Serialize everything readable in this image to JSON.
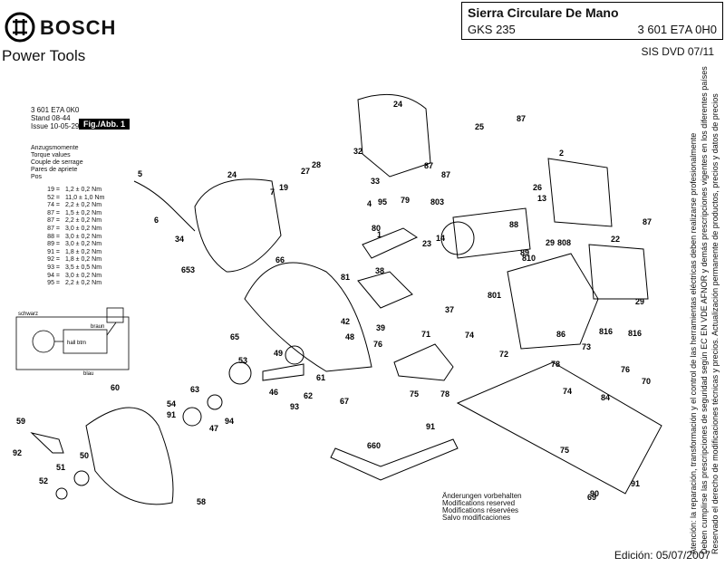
{
  "brand": "BOSCH",
  "subtitle": "Power Tools",
  "title_block": {
    "title": "Sierra Circulare De Mano",
    "model": "GKS 235",
    "part_number": "3 601 E7A 0H0"
  },
  "sis_dvd": "SIS DVD 07/11",
  "edition": "Edición: 05/07/2007",
  "fig_label": "Fig./Abb. 1",
  "mid_info": [
    "3 601 E7A 0K0",
    "Stand 08-44",
    "Issue 10-05-29"
  ],
  "torque_header": [
    "Anzugsmomente",
    "Torque values",
    "Couple de serrage",
    "Pares de apriete",
    "Pos"
  ],
  "torque_table": [
    {
      "pos": "19 =",
      "value": "1,2 ± 0,2 Nm"
    },
    {
      "pos": "52 =",
      "value": "11,0 ± 1,0 Nm"
    },
    {
      "pos": "74 =",
      "value": "2,2 ± 0,2 Nm"
    },
    {
      "pos": "87 =",
      "value": "1,5 ± 0,2 Nm"
    },
    {
      "pos": "87 =",
      "value": "2,2 ± 0,2 Nm"
    },
    {
      "pos": "87 =",
      "value": "3,0 ± 0,2 Nm"
    },
    {
      "pos": "88 =",
      "value": "3,0 ± 0,2 Nm"
    },
    {
      "pos": "89 =",
      "value": "3,0 ± 0,2 Nm"
    },
    {
      "pos": "91 =",
      "value": "1,8 ± 0,2 Nm"
    },
    {
      "pos": "92 =",
      "value": "1,8 ± 0,2 Nm"
    },
    {
      "pos": "93 =",
      "value": "3,5 ± 0,5 Nm"
    },
    {
      "pos": "94 =",
      "value": "3,0 ± 0,2 Nm"
    },
    {
      "pos": "95 =",
      "value": "2,2 ± 0,2 Nm"
    }
  ],
  "wiring_labels": [
    "schwarz",
    "braun",
    "hall btm",
    "blau"
  ],
  "notes": [
    "Änderungen vorbehalten",
    "Modifications reserved",
    "Modifications réservées",
    "Salvo modificaciones"
  ],
  "vertical_text": [
    "Atención: la reparación, transformación y el control de las herramientas eléctricas deben realizarse profesionalmente",
    "Deben cumplirse las prescripciones de seguridad según EC EN VDE AFNOR y demás prescripciones vigentes en los diferentes países",
    "Reservado el derecho de modificaciones técnicas y precios. Actualización permanente de productos, precios y datos de precios"
  ],
  "part_labels": [
    "1",
    "2",
    "4",
    "5",
    "6",
    "7",
    "13",
    "14",
    "19",
    "22",
    "23",
    "24",
    "24",
    "25",
    "26",
    "27",
    "28",
    "29",
    "29",
    "32",
    "33",
    "34",
    "37",
    "38",
    "39",
    "42",
    "46",
    "47",
    "48",
    "49",
    "50",
    "51",
    "52",
    "53",
    "54",
    "58",
    "59",
    "60",
    "61",
    "62",
    "63",
    "65",
    "66",
    "67",
    "69",
    "70",
    "71",
    "72",
    "73",
    "74",
    "74",
    "75",
    "75",
    "76",
    "76",
    "78",
    "78",
    "79",
    "80",
    "81",
    "84",
    "86",
    "87",
    "87",
    "87",
    "87",
    "88",
    "89",
    "90",
    "91",
    "91",
    "91",
    "92",
    "93",
    "94",
    "95",
    "653",
    "660",
    "801",
    "803",
    "808",
    "810",
    "816",
    "816"
  ]
}
